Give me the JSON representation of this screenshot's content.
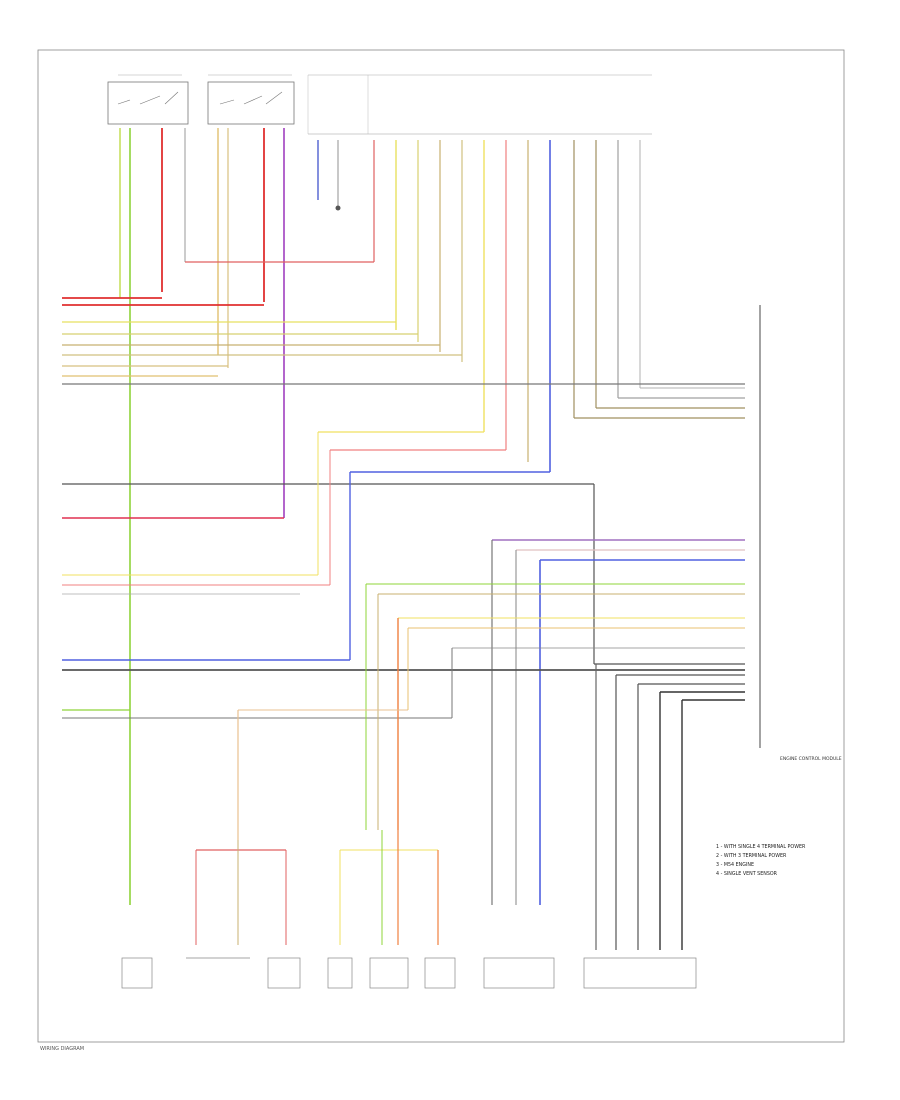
{
  "legend": {
    "items": [
      "1 - WITH SINGLE 4 TERMINAL POWER",
      "2 - WITH 3 TERMINAL POWER",
      "3 - M54 ENGINE",
      "4 - SINGLE VENT SENSOR"
    ]
  },
  "ecm_label": "ENGINE CONTROL MODULE",
  "footer_code": "WIRING DIAGRAM"
}
